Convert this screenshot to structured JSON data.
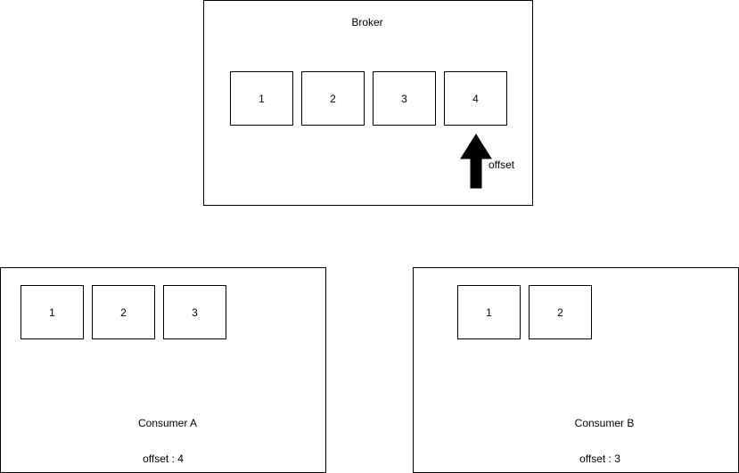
{
  "broker": {
    "title": "Broker",
    "messages": [
      "1",
      "2",
      "3",
      "4"
    ],
    "offset_label": "offset"
  },
  "consumer_a": {
    "title": "Consumer A",
    "messages": [
      "1",
      "2",
      "3"
    ],
    "offset_text": "offset : 4"
  },
  "consumer_b": {
    "title": "Consumer B",
    "messages": [
      "1",
      "2"
    ],
    "offset_text": "offset : 3"
  },
  "colors": {
    "stroke": "#000000",
    "fill": "#ffffff"
  },
  "icons": {
    "offset_pointer": "arrow-up-icon"
  }
}
